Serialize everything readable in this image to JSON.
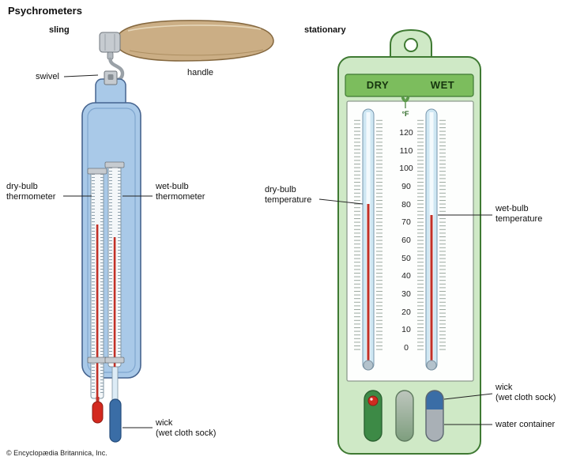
{
  "figure": {
    "title": "Psychrometers",
    "copyright": "© Encyclopædia Britannica, Inc."
  },
  "sling": {
    "heading": "sling",
    "labels": {
      "swivel": "swivel",
      "handle": "handle",
      "dry_bulb": [
        "dry-bulb",
        "thermometer"
      ],
      "wet_bulb": [
        "wet-bulb",
        "thermometer"
      ],
      "wick": [
        "wick",
        "(wet cloth sock)"
      ]
    }
  },
  "stationary": {
    "heading": "stationary",
    "columns": {
      "dry": "DRY",
      "wet": "WET"
    },
    "scale": {
      "unit": "°F",
      "ticks": [
        "120",
        "110",
        "100",
        "90",
        "80",
        "70",
        "60",
        "50",
        "40",
        "30",
        "20",
        "10",
        "0"
      ]
    },
    "labels": {
      "dry_bulb": [
        "dry-bulb",
        "temperature"
      ],
      "wet_bulb": [
        "wet-bulb",
        "temperature"
      ],
      "wick": [
        "wick",
        "(wet cloth sock)"
      ],
      "water": "water container"
    }
  },
  "colors": {
    "handle_tan": "#cbae85",
    "body_blue": "#a9c9e8",
    "housing_green": "#cfe9c6",
    "band_green": "#7cbd5d",
    "mercury_red": "#c23027",
    "wick_blue": "#3a6da6"
  }
}
